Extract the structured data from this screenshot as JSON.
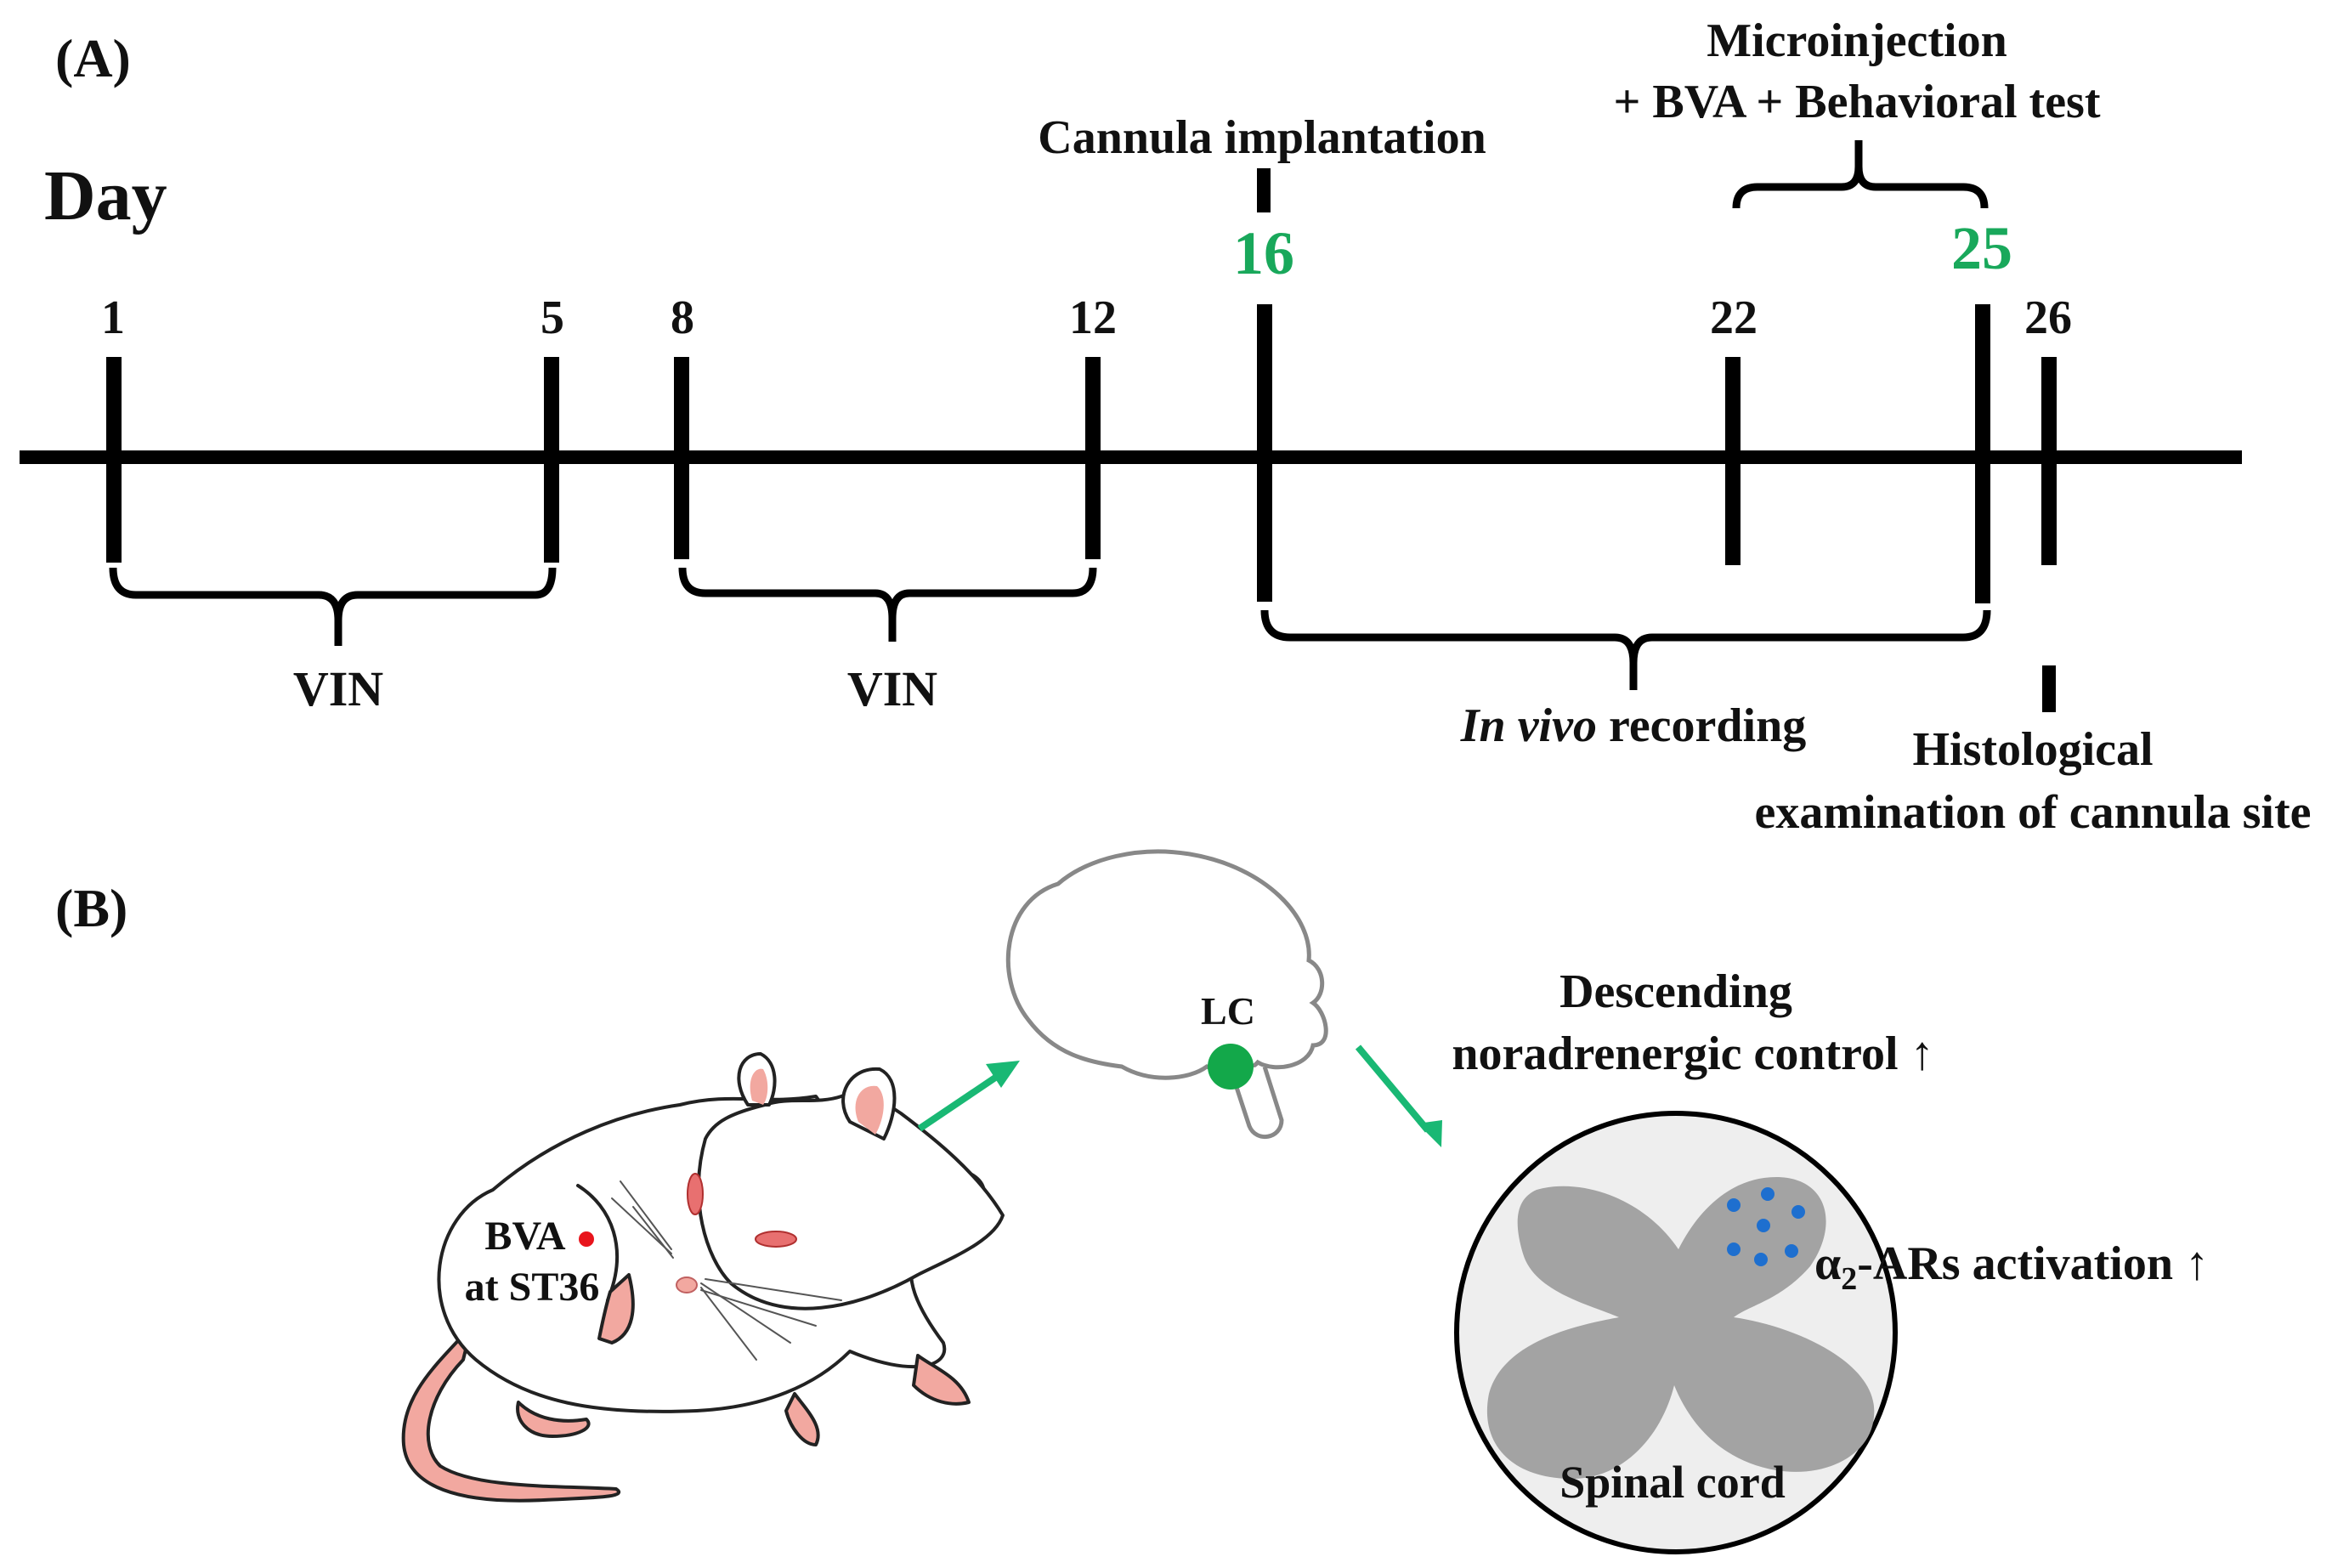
{
  "panels": {
    "a_label": "(A)",
    "b_label": "(B)"
  },
  "timeline": {
    "day_label": "Day",
    "days": [
      {
        "label": "1",
        "highlight": false
      },
      {
        "label": "5",
        "highlight": false
      },
      {
        "label": "8",
        "highlight": false
      },
      {
        "label": "12",
        "highlight": false
      },
      {
        "label": "16",
        "highlight": true
      },
      {
        "label": "22",
        "highlight": false
      },
      {
        "label": "25",
        "highlight": true
      },
      {
        "label": "26",
        "highlight": false
      }
    ],
    "events": {
      "vin_1": "VIN",
      "vin_2": "VIN",
      "cannula": "Cannula implantation",
      "micro_line1": "Microinjection",
      "micro_line2": "+ BVA + Behavioral test",
      "invivo_italic": "In vivo",
      "invivo_rest": " recording",
      "histo_line1": "Histological",
      "histo_line2": "examination of cannula site"
    }
  },
  "schematic": {
    "bva_line1": "BVA",
    "bva_line2": "at ST36",
    "lc": "LC",
    "descending_line1": "Descending",
    "descending_line2": "noradrenergic control ↑",
    "alpha_prefix": "α",
    "alpha_sub": "2",
    "alpha_rest": "-ARs activation ↑",
    "spinal_cord": "Spinal cord"
  },
  "colors": {
    "highlight": "#19a85b",
    "arrow": "#19b874",
    "lc_dot": "#13a84a",
    "bva_dot": "#e8141c",
    "receptor_dots": "#1e6fcf",
    "cord_gray": "#a3a3a3",
    "cord_bg": "#eeeeee",
    "rat_skin": "#f2a8a0",
    "line": "#000000"
  }
}
